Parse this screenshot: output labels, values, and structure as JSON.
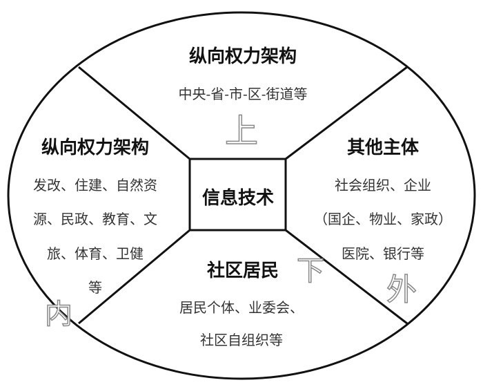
{
  "center": {
    "label": "信息技术"
  },
  "top": {
    "title": "纵向权力架构",
    "lines": [
      "中央-省-市-区-街道等"
    ],
    "marker": "上"
  },
  "left": {
    "title": "纵向权力架构",
    "lines": [
      "发改、住建、自然资",
      "源、民政、教育、文",
      "旅、体育、卫健",
      "等"
    ],
    "marker": "内"
  },
  "right": {
    "title": "其他主体",
    "lines": [
      "社会组织、企业",
      "（国企、物业、家政）",
      "医院、银行等"
    ],
    "marker": "外"
  },
  "bottom": {
    "title": "社区居民",
    "lines": [
      "居民个体、业委会、",
      "社区自组织等"
    ],
    "marker": "下"
  }
}
